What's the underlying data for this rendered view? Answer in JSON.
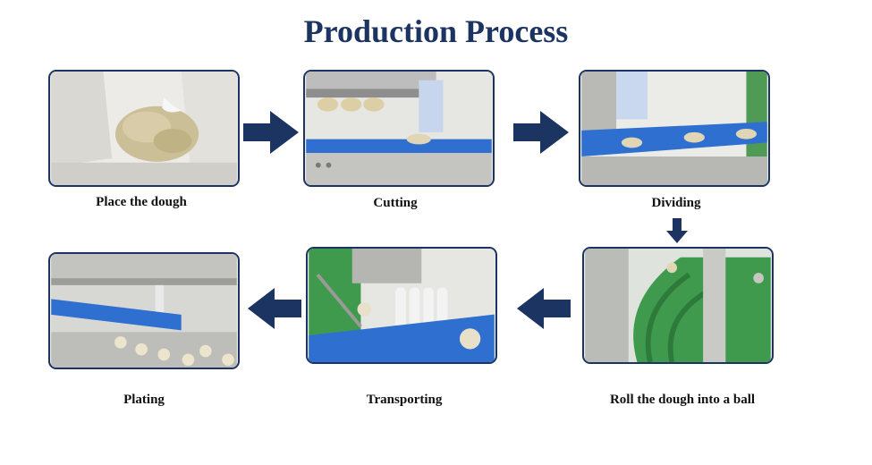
{
  "title": "Production Process",
  "colors": {
    "accent": "#1c3461",
    "belt": "#2f6fd0",
    "green": "#3f9a4e"
  },
  "steps": [
    {
      "label": "Place the dough"
    },
    {
      "label": "Cutting"
    },
    {
      "label": "Dividing"
    },
    {
      "label": "Roll the dough into a ball"
    },
    {
      "label": "Transporting"
    },
    {
      "label": "Plating"
    }
  ]
}
